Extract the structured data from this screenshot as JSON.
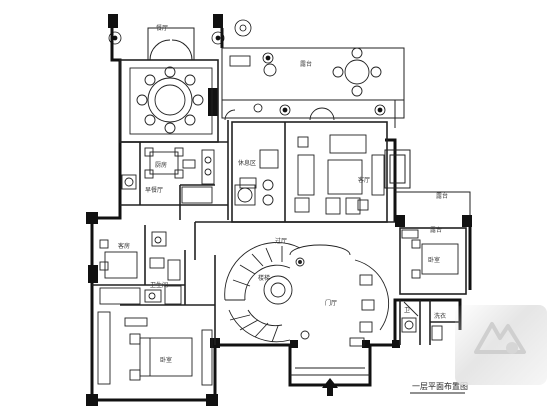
{
  "plan": {
    "title": "一层平面布置图",
    "colors": {
      "wall": "#111111",
      "line": "#222222",
      "watermark": "#dcdcdc"
    },
    "rooms": {
      "terrace_top": "露台",
      "terrace_right": "露台",
      "dining": "餐厅",
      "kitchen_dining": "厨房",
      "breakfast": "早餐厅",
      "living": "客厅",
      "lounge": "休息区",
      "stair_hall": "楼梯",
      "foyer": "门厅",
      "hall": "过厅",
      "guest_bedroom": "客房",
      "bath_left": "卫生间",
      "master_bedroom": "卧室",
      "right_bedroom": "卧室",
      "right_terrace": "露台",
      "bath_right": "卫",
      "laundry": "洗衣"
    }
  }
}
